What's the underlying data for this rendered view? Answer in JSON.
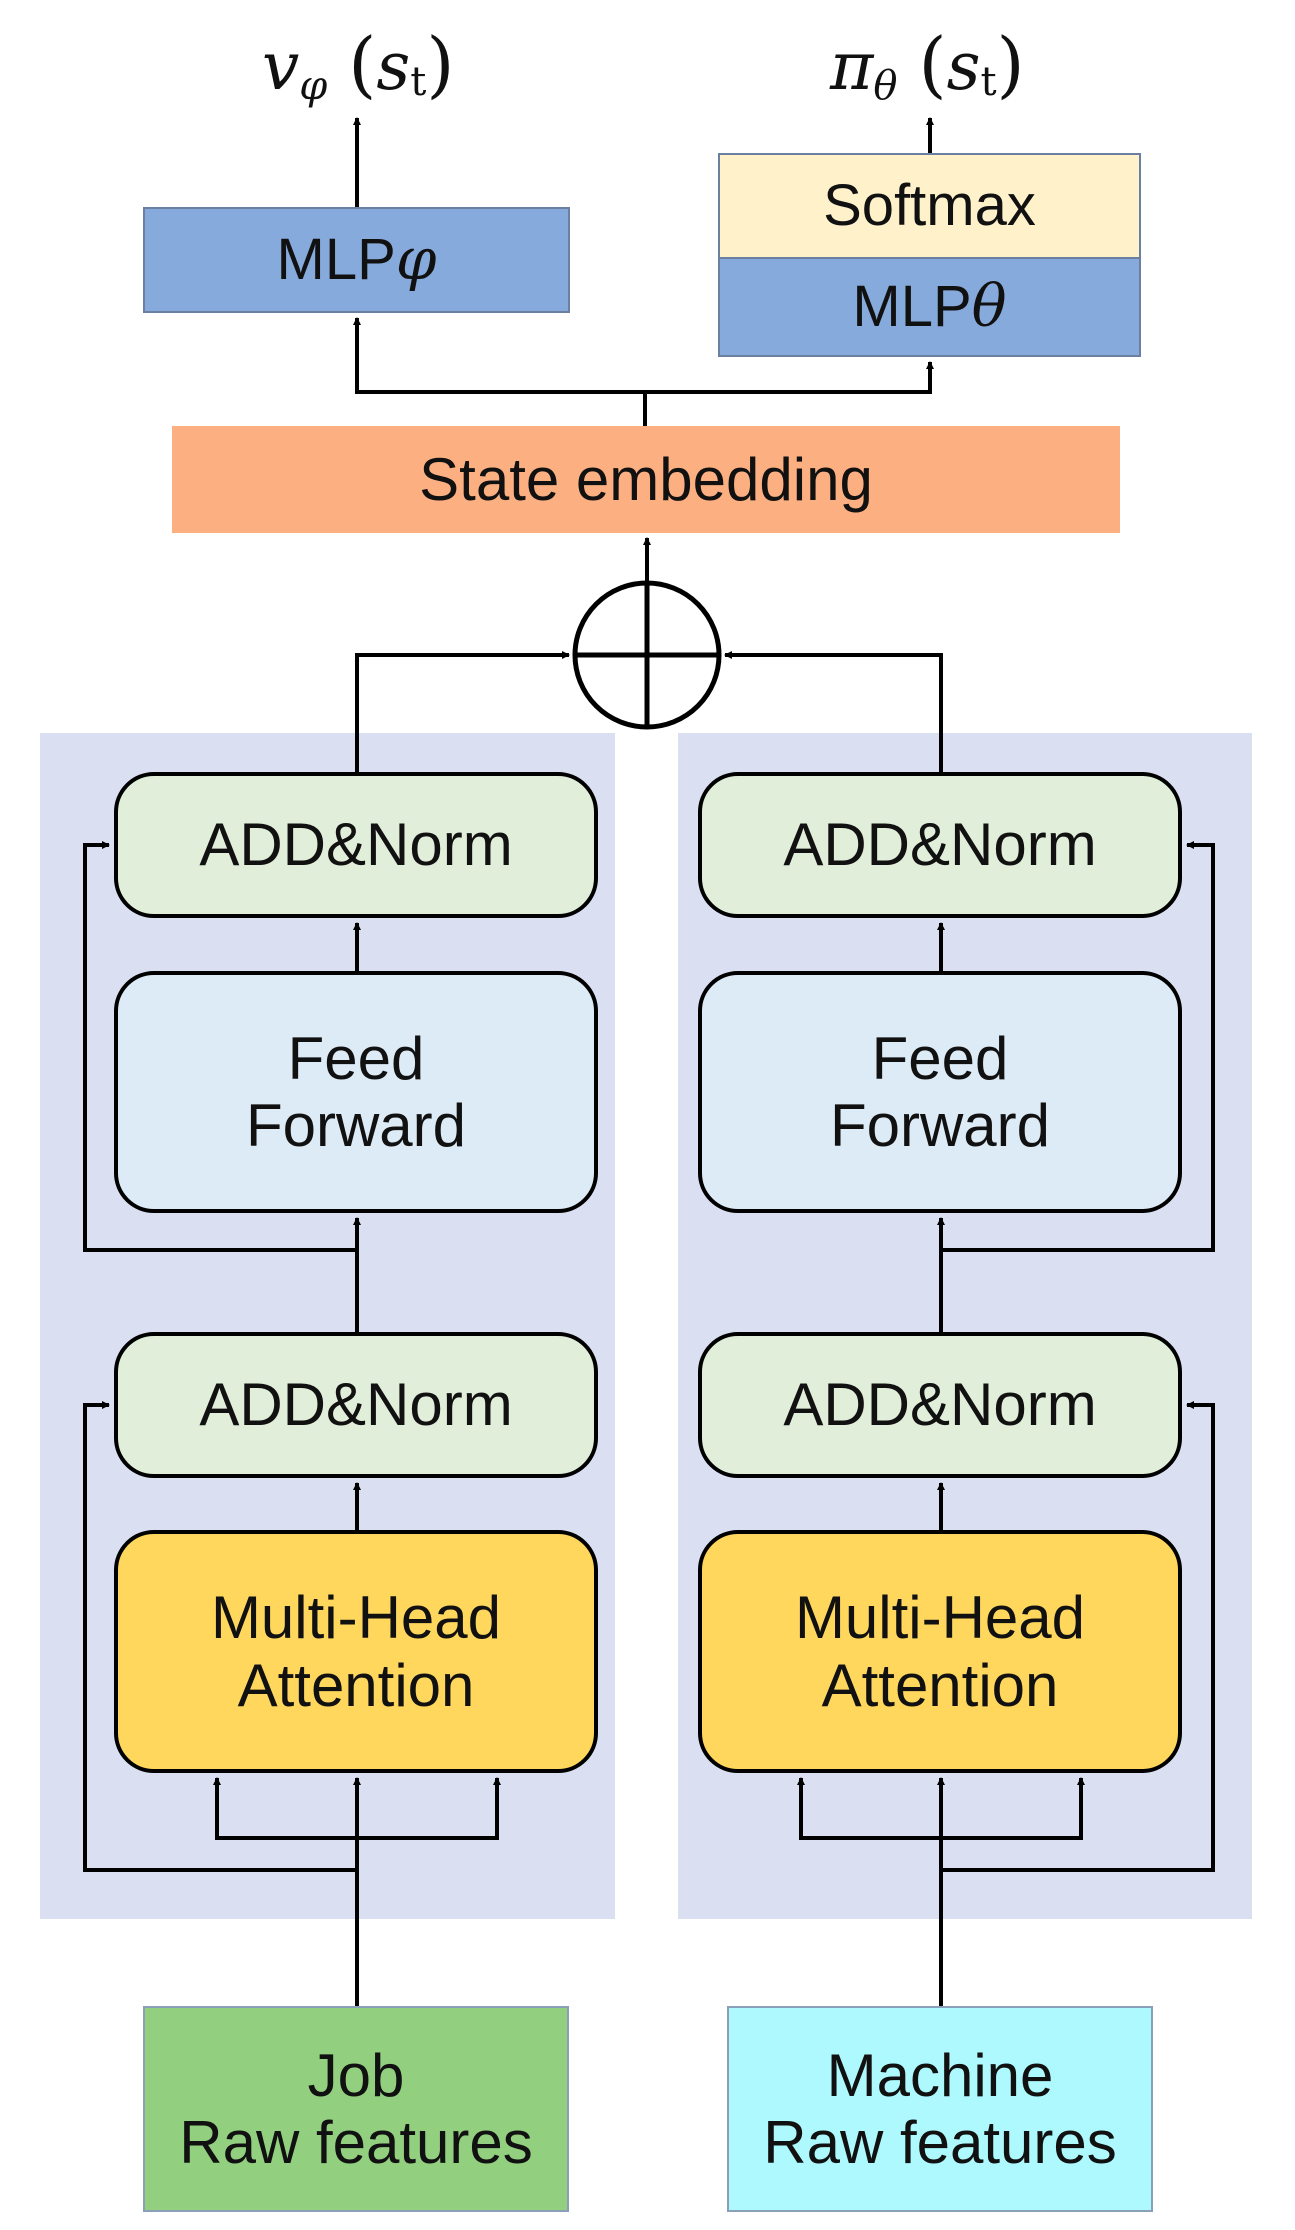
{
  "outputs": {
    "value": {
      "symbol": "v",
      "subscript": "φ",
      "open": "(",
      "arg": "s",
      "arg_sub": "t",
      "close": ")"
    },
    "policy": {
      "symbol": "π",
      "subscript": "θ",
      "open": "(",
      "arg": "s",
      "arg_sub": "t",
      "close": ")"
    }
  },
  "heads": {
    "critic": {
      "label": "MLP",
      "param": "φ"
    },
    "actor_softmax": "Softmax",
    "actor": {
      "label": "MLP",
      "param": "θ"
    }
  },
  "state_embedding": "State embedding",
  "job_encoder": {
    "add_norm_top": "ADD&Norm",
    "feed_forward": [
      "Feed",
      "Forward"
    ],
    "add_norm_bottom": "ADD&Norm",
    "attention": [
      "Multi-Head",
      "Attention"
    ]
  },
  "machine_encoder": {
    "add_norm_top": "ADD&Norm",
    "feed_forward": [
      "Feed",
      "Forward"
    ],
    "add_norm_bottom": "ADD&Norm",
    "attention": [
      "Multi-Head",
      "Attention"
    ]
  },
  "inputs": {
    "job": [
      "Job",
      "Raw features"
    ],
    "machine": [
      "Machine",
      "Raw features"
    ]
  },
  "colors": {
    "panel": "#dae0f1",
    "add_norm": "#e1efda",
    "feed_forward": "#ddebf7",
    "attention": "#ffd75d",
    "mlp": "#86aadb",
    "softmax": "#fff2cb",
    "state_embedding": "#fcb082",
    "job_input": "#92cf7f",
    "machine_input": "#aef9fd"
  }
}
